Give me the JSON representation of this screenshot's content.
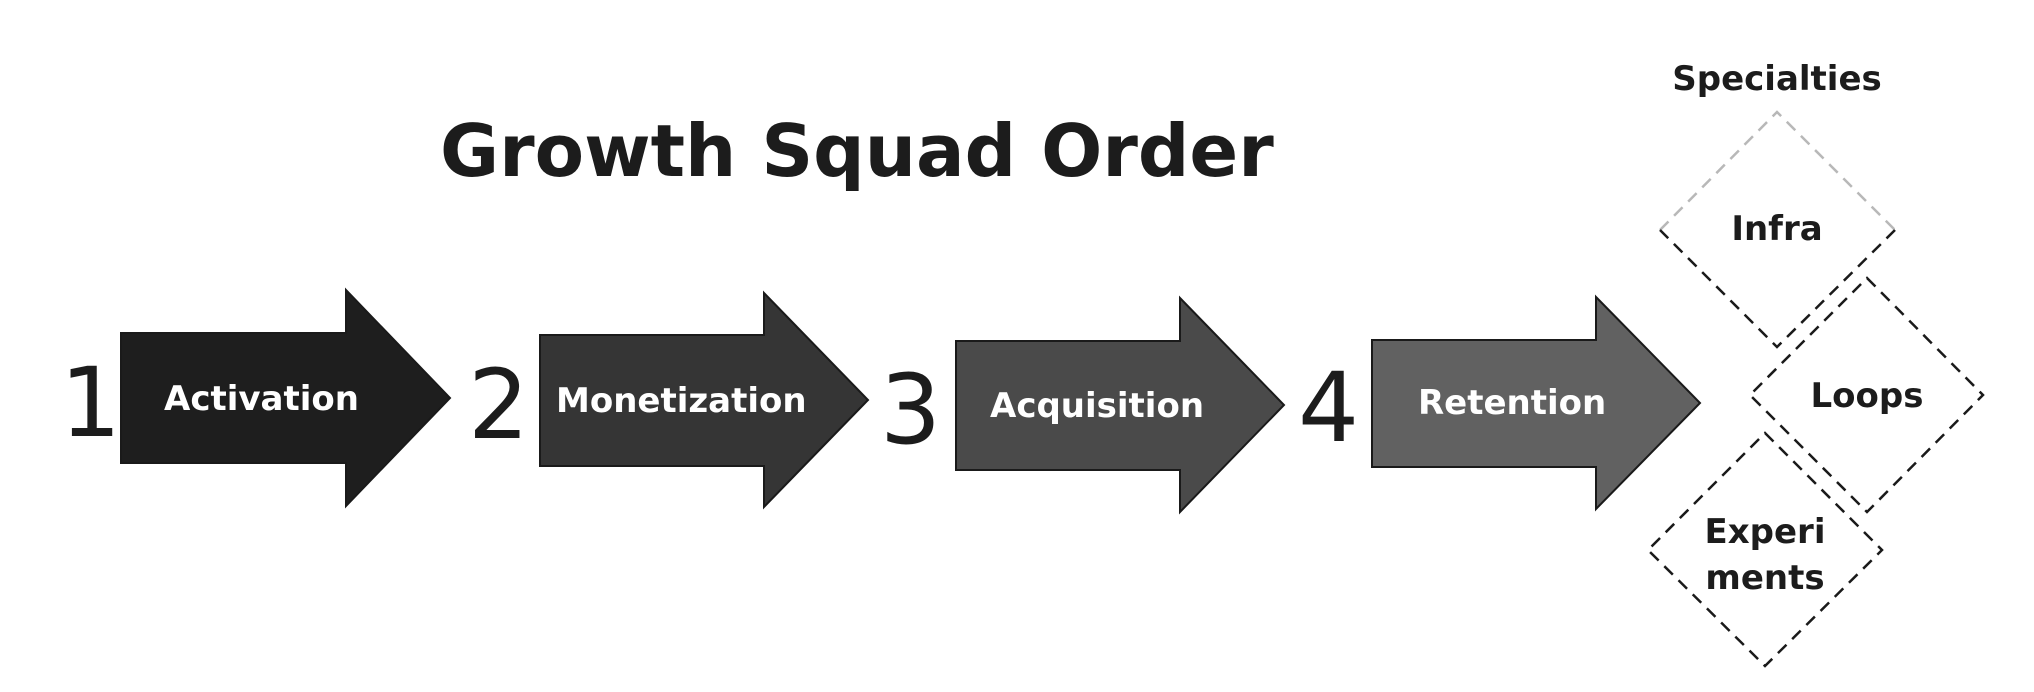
{
  "title": "Growth Squad Order",
  "steps": [
    {
      "number": "1",
      "label": "Activation",
      "color": "#1e1e1e"
    },
    {
      "number": "2",
      "label": "Monetization",
      "color": "#353535"
    },
    {
      "number": "3",
      "label": "Acquisition",
      "color": "#4a4a4a"
    },
    {
      "number": "4",
      "label": "Retention",
      "color": "#616161"
    }
  ],
  "specialties": {
    "title": "Specialties",
    "items": [
      {
        "label_lines": [
          "Infra"
        ]
      },
      {
        "label_lines": [
          "Loops"
        ]
      },
      {
        "label_lines": [
          "Experi",
          "ments"
        ]
      }
    ]
  }
}
